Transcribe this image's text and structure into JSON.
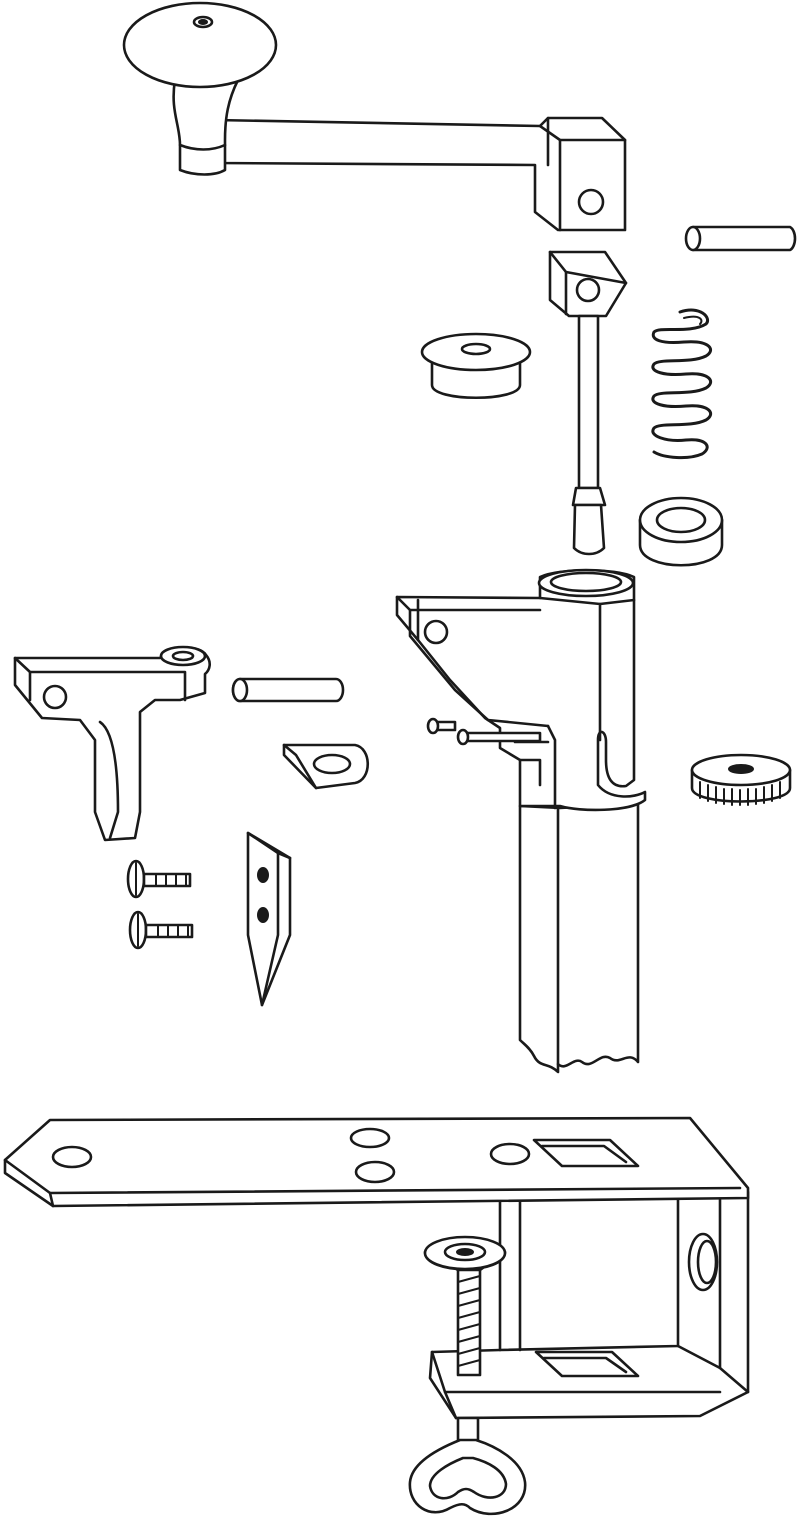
{
  "diagram": {
    "style": "exploded-view line drawing",
    "colors": {
      "line": "#1a1a1a",
      "background": "#ffffff"
    },
    "parts": [
      {
        "id": "crank-handle"
      },
      {
        "id": "connecting-pin"
      },
      {
        "id": "crank-collar"
      },
      {
        "id": "drive-shaft"
      },
      {
        "id": "spring"
      },
      {
        "id": "cap-bushing"
      },
      {
        "id": "ring-washer"
      },
      {
        "id": "main-body-column"
      },
      {
        "id": "cutter-lever-arm"
      },
      {
        "id": "short-pin"
      },
      {
        "id": "lock-plate"
      },
      {
        "id": "knurled-nut"
      },
      {
        "id": "screw"
      },
      {
        "id": "screw"
      },
      {
        "id": "cutting-blade"
      },
      {
        "id": "mounting-bracket"
      },
      {
        "id": "clamp-screw"
      }
    ]
  }
}
